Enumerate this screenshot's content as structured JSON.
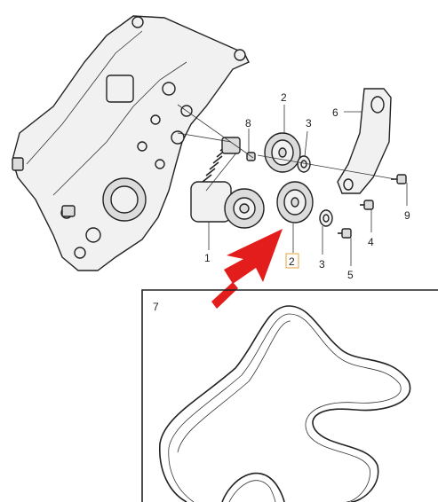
{
  "callouts": {
    "c1": "1",
    "c2_top": "2",
    "c2_bottom": "2",
    "c3_top": "3",
    "c3_bottom": "3",
    "c4": "4",
    "c5": "5",
    "c6": "6",
    "c7": "7",
    "c8": "8",
    "c9": "9"
  },
  "colors": {
    "arrow": "#e31c1c",
    "highlight_box": "#e3a23a",
    "outline": "#222222"
  }
}
